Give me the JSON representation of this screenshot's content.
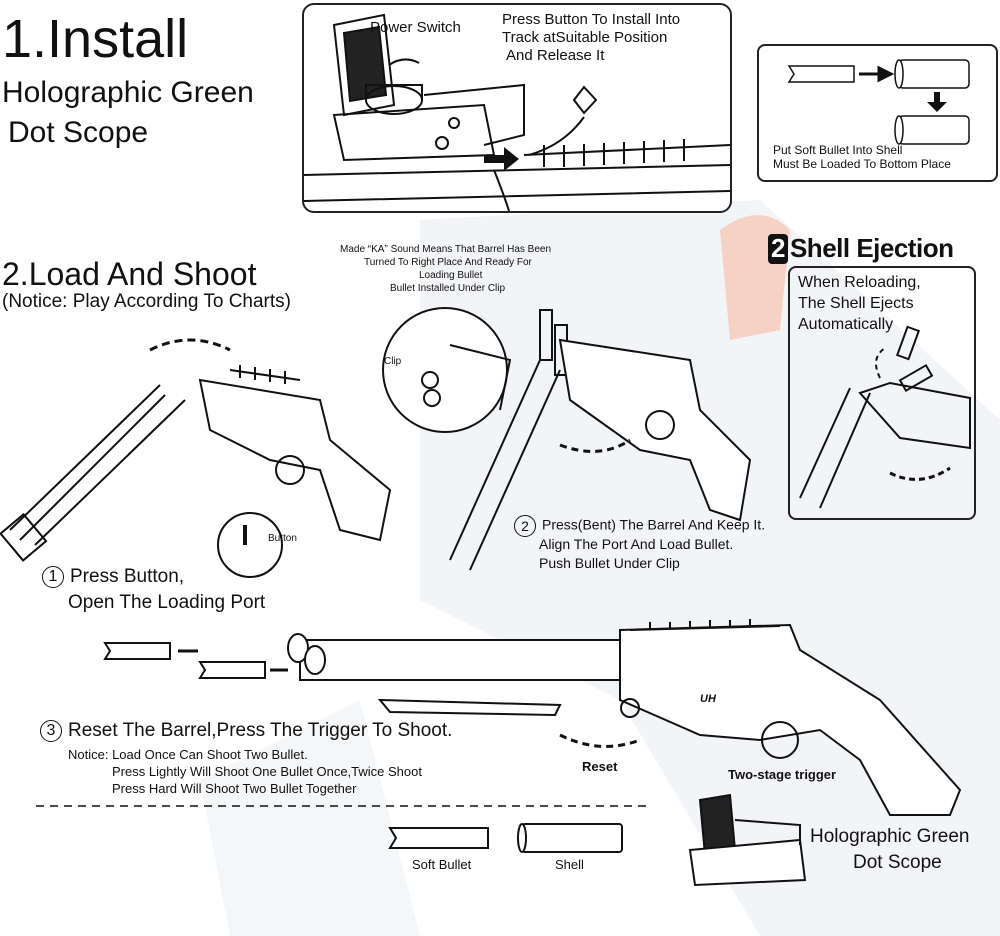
{
  "install": {
    "title": "1.Install",
    "subtitle_line1": "Holographic Green",
    "subtitle_line2": "Dot Scope",
    "power_switch": "Power Switch",
    "press_button_line1": "Press Button To Install Into",
    "press_button_line2": "Track atSuitable Position",
    "press_button_line3": "And Release It"
  },
  "bullet_box": {
    "line1": "Put Soft Bullet Into Shell",
    "line2": "Must Be Loaded To Bottom Place"
  },
  "shell_ejection": {
    "number": "2",
    "title": "Shell Ejection",
    "line1": "When Reloading,",
    "line2": "The Shell Ejects",
    "line3": "Automatically"
  },
  "load": {
    "title": "2.Load And Shoot",
    "notice": "(Notice: Play According To Charts)",
    "ka_line1": "Made “KA” Sound Means That Barrel Has Been",
    "ka_line2": "Turned To Right Place And Ready For",
    "ka_line3": "Loading Bullet",
    "ka_line4": "Bullet Installed Under Clip",
    "clip_label": "Clip",
    "button_label": "Button"
  },
  "steps": [
    {
      "number": "1",
      "line1": "Press Button,",
      "line2": "Open The Loading Port"
    },
    {
      "number": "2",
      "line1": "Press(Bent) The Barrel And Keep It.",
      "line2": "Align The Port And Load Bullet.",
      "line3": "Push Bullet Under Clip"
    },
    {
      "number": "3",
      "line1": "Reset The Barrel,Press The Trigger To Shoot."
    }
  ],
  "shoot_notice": {
    "line1": "Notice: Load Once Can Shoot Two Bullet.",
    "line2": "Press Lightly Will Shoot One Bullet Once,Twice Shoot",
    "line3": "Press Hard Will Shoot Two Bullet Together"
  },
  "labels": {
    "reset": "Reset",
    "trigger": "Two-stage trigger",
    "soft_bullet": "Soft Bullet",
    "shell": "Shell",
    "scope_line1": "Holographic Green",
    "scope_line2": "Dot Scope",
    "logo": "UH"
  }
}
